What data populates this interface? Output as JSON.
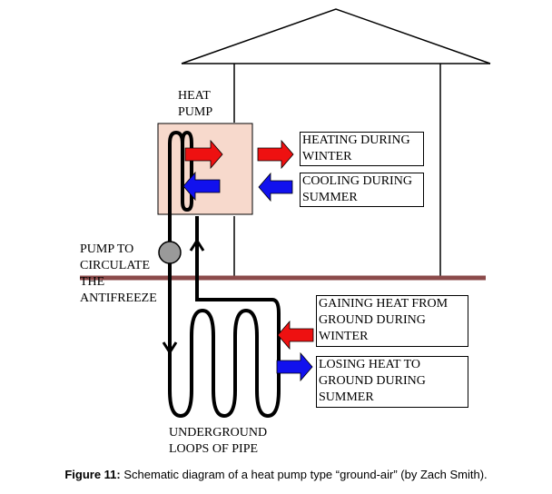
{
  "labels": {
    "heat_pump": "HEAT\nPUMP",
    "pump_circulate": "PUMP TO\nCIRCULATE\nTHE\nANTIFREEZE",
    "underground_loops": "UNDERGROUND\nLOOPS OF PIPE"
  },
  "boxes": {
    "heating_winter": "HEATING DURING\nWINTER",
    "cooling_summer": "COOLING DURING\nSUMMER",
    "gaining_heat": "GAINING HEAT FROM\nGROUND DURING\nWINTER",
    "losing_heat": "LOSING HEAT TO\nGROUND DURING\nSUMMER"
  },
  "caption": {
    "figure": "Figure 11:",
    "text": " Schematic diagram of a heat pump type “ground-air” (by Zach Smith)."
  },
  "colors": {
    "heating_arrow": "#ee1111",
    "cooling_arrow": "#1111ee",
    "heat_pump_fill": "#f7d9cc",
    "ground_line": "#8b4a4a",
    "pump_fill": "#9a9a9a"
  }
}
